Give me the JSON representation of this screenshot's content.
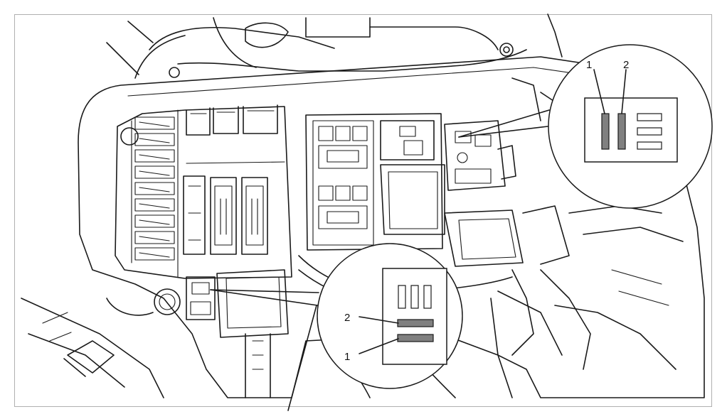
{
  "figure": {
    "top_callout": {
      "labels": [
        "1",
        "2"
      ],
      "active_fill": "#808080"
    },
    "bottom_callout": {
      "labels": [
        "2",
        "1"
      ],
      "active_fill": "#808080"
    }
  }
}
